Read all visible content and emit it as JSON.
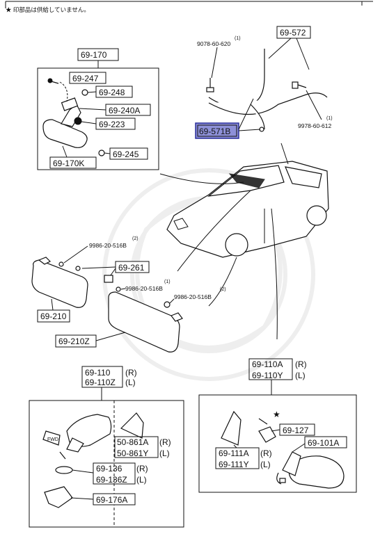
{
  "note": "★ 印部品は供給していません。",
  "colors": {
    "highlight_fill": "#8d90d8",
    "highlight_stroke": "#2a2f9a",
    "line": "#111111"
  },
  "rearview_mirror": {
    "group": "69-170",
    "parts": [
      "69-247",
      "69-248",
      "69-240A",
      "69-223",
      "69-245",
      "69-170K"
    ]
  },
  "harness": {
    "group": "69-572",
    "highlighted": "69-571B",
    "bolt1": {
      "qty": "(1)",
      "code": "9078-60-620"
    },
    "bolt2": {
      "qty": "(1)",
      "code": "9978-60-612"
    }
  },
  "sun_visor": {
    "left_group": "69-210",
    "right_group": "69-210Z",
    "bracket": "69-261",
    "screw_top": {
      "qty": "(2)",
      "code": "9986-20-516B"
    },
    "screw_mid": {
      "qty": "(1)",
      "code": "9986-20-516B"
    },
    "screw_right": {
      "qty": "(2)",
      "code": "9986-20-516B"
    }
  },
  "door_mirror_std": {
    "main_r": "69-110",
    "main_l": "69-110Z",
    "side_r": "(R)",
    "side_l": "(L)",
    "cover_r": "50-861A",
    "cover_l": "50-861Y",
    "base_r": "69-136",
    "base_l": "69-136Z",
    "gasket": "69-176A",
    "fwd": "FWD"
  },
  "door_mirror_power": {
    "main_r": "69-110A",
    "main_l": "69-110Y",
    "side_r": "(R)",
    "side_l": "(L)",
    "star": "★",
    "bracket": "69-127",
    "cover_r": "69-111A",
    "cover_l": "69-111Y",
    "glass": "69-101A"
  }
}
